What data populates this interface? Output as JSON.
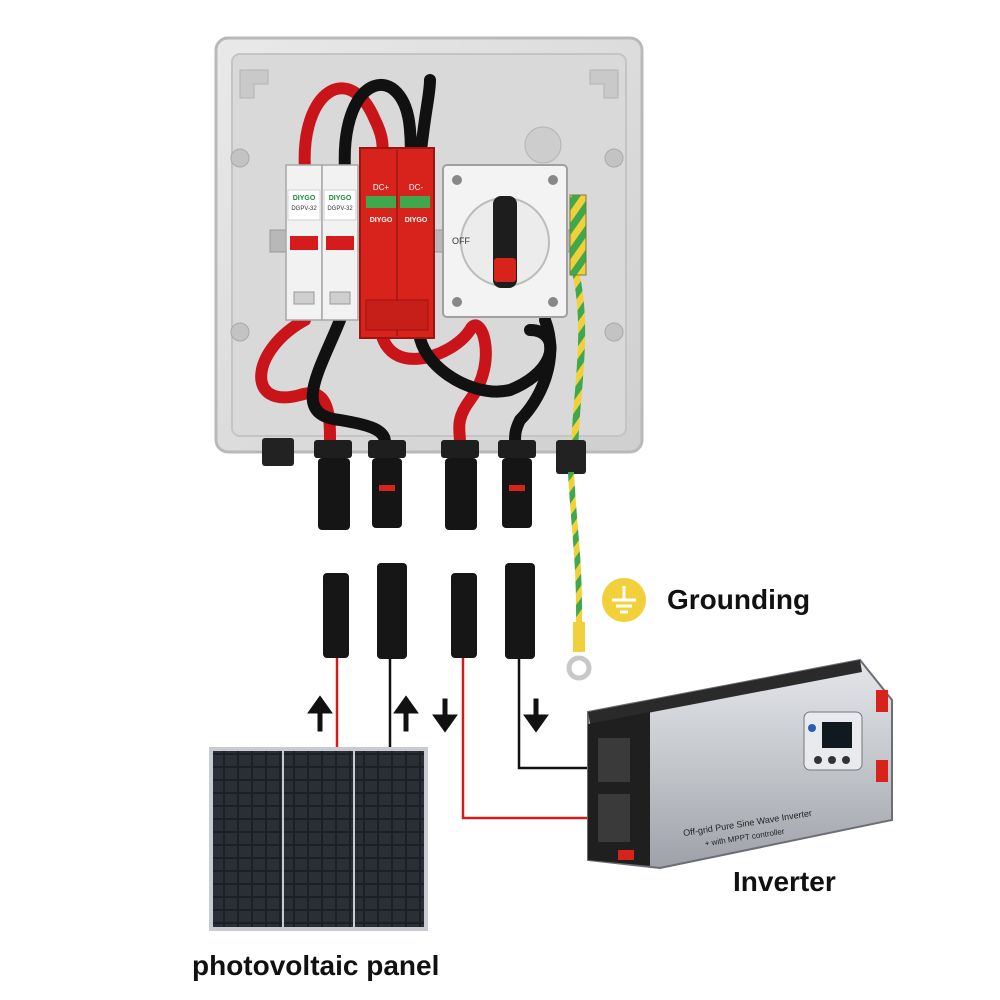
{
  "labels": {
    "grounding": "Grounding",
    "inverter": "Inverter",
    "pv_panel": "photovoltaic panel"
  },
  "device_text": {
    "breaker_brand_1": "DIYGO",
    "breaker_model_1": "DGPV-32",
    "breaker_brand_2": "DIYGO",
    "breaker_model_2": "DGPV-32",
    "spd_pos": "DC+",
    "spd_neg": "DC-",
    "spd_brand_1": "DIYGO",
    "spd_brand_2": "DIYGO",
    "isolator_off": "OFF",
    "inverter_front_1": "Off-grid Pure Sine Wave Inverter",
    "inverter_front_2": "+ with MPPT controller"
  },
  "icons": [
    "ground-symbol-icon",
    "arrow-up-icon",
    "arrow-down-icon"
  ],
  "colors": {
    "wire_red": "#d41a1a",
    "wire_black": "#111111",
    "ground_yellow": "#f2d03a",
    "ground_green": "#3fa84c",
    "enclosure": "#dcdcdc",
    "spd_red": "#d8231d",
    "inverter_silver": "#c9ccd1"
  }
}
